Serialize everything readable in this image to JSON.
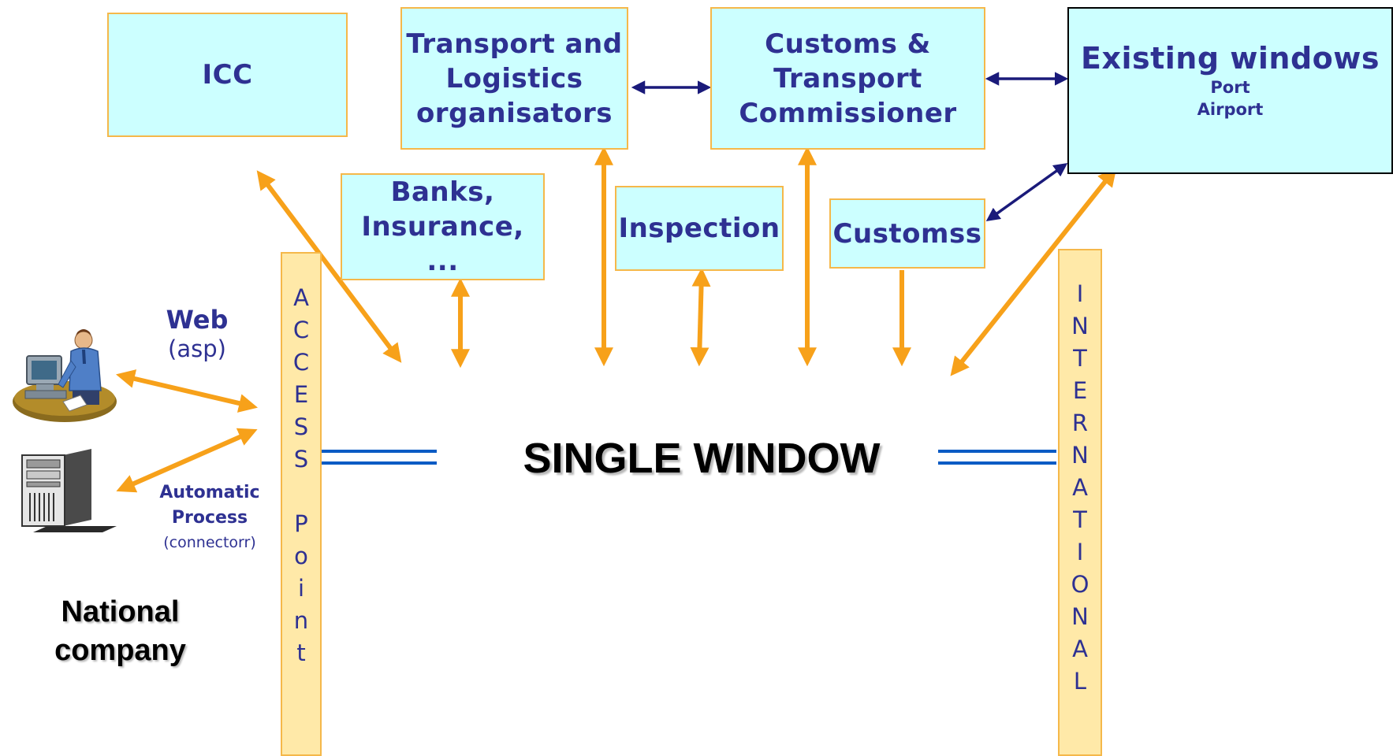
{
  "boxes": {
    "icc": "ICC",
    "transport_logistics": "Transport and\nLogistics\norganisators",
    "customs_transport": "Customs &\nTransport\nCommissioner",
    "existing_windows": {
      "title": "Existing windows",
      "sub1": "Port",
      "sub2": "Airport"
    },
    "banks": "Banks,\nInsurance, ...",
    "inspection": "Inspection",
    "customss": "Customss"
  },
  "access_point": [
    "A",
    "C",
    "C",
    "E",
    "S",
    "S",
    "",
    "P",
    "o",
    "i",
    "n",
    "t"
  ],
  "international": [
    "I",
    "N",
    "T",
    "E",
    "R",
    "N",
    "A",
    "T",
    "I",
    "O",
    "N",
    "A",
    "L"
  ],
  "center_title": "SINGLE WINDOW",
  "web": {
    "title": "Web",
    "sub": "(asp)"
  },
  "automatic": {
    "line1": "Automatic",
    "line2": "Process",
    "sub": "(connectorr)"
  },
  "national_company": "National\ncompany",
  "icons": [
    "office-worker-computer-icon",
    "server-tower-icon"
  ],
  "colors": {
    "box_fill": "#ccffff",
    "box_border": "#f5b84a",
    "bar_fill": "#ffe9a8",
    "text_blue": "#2e3192",
    "arrow_orange": "#f7a11a",
    "arrow_navy": "#1a1a7a",
    "link_blue": "#0a5bc4"
  }
}
